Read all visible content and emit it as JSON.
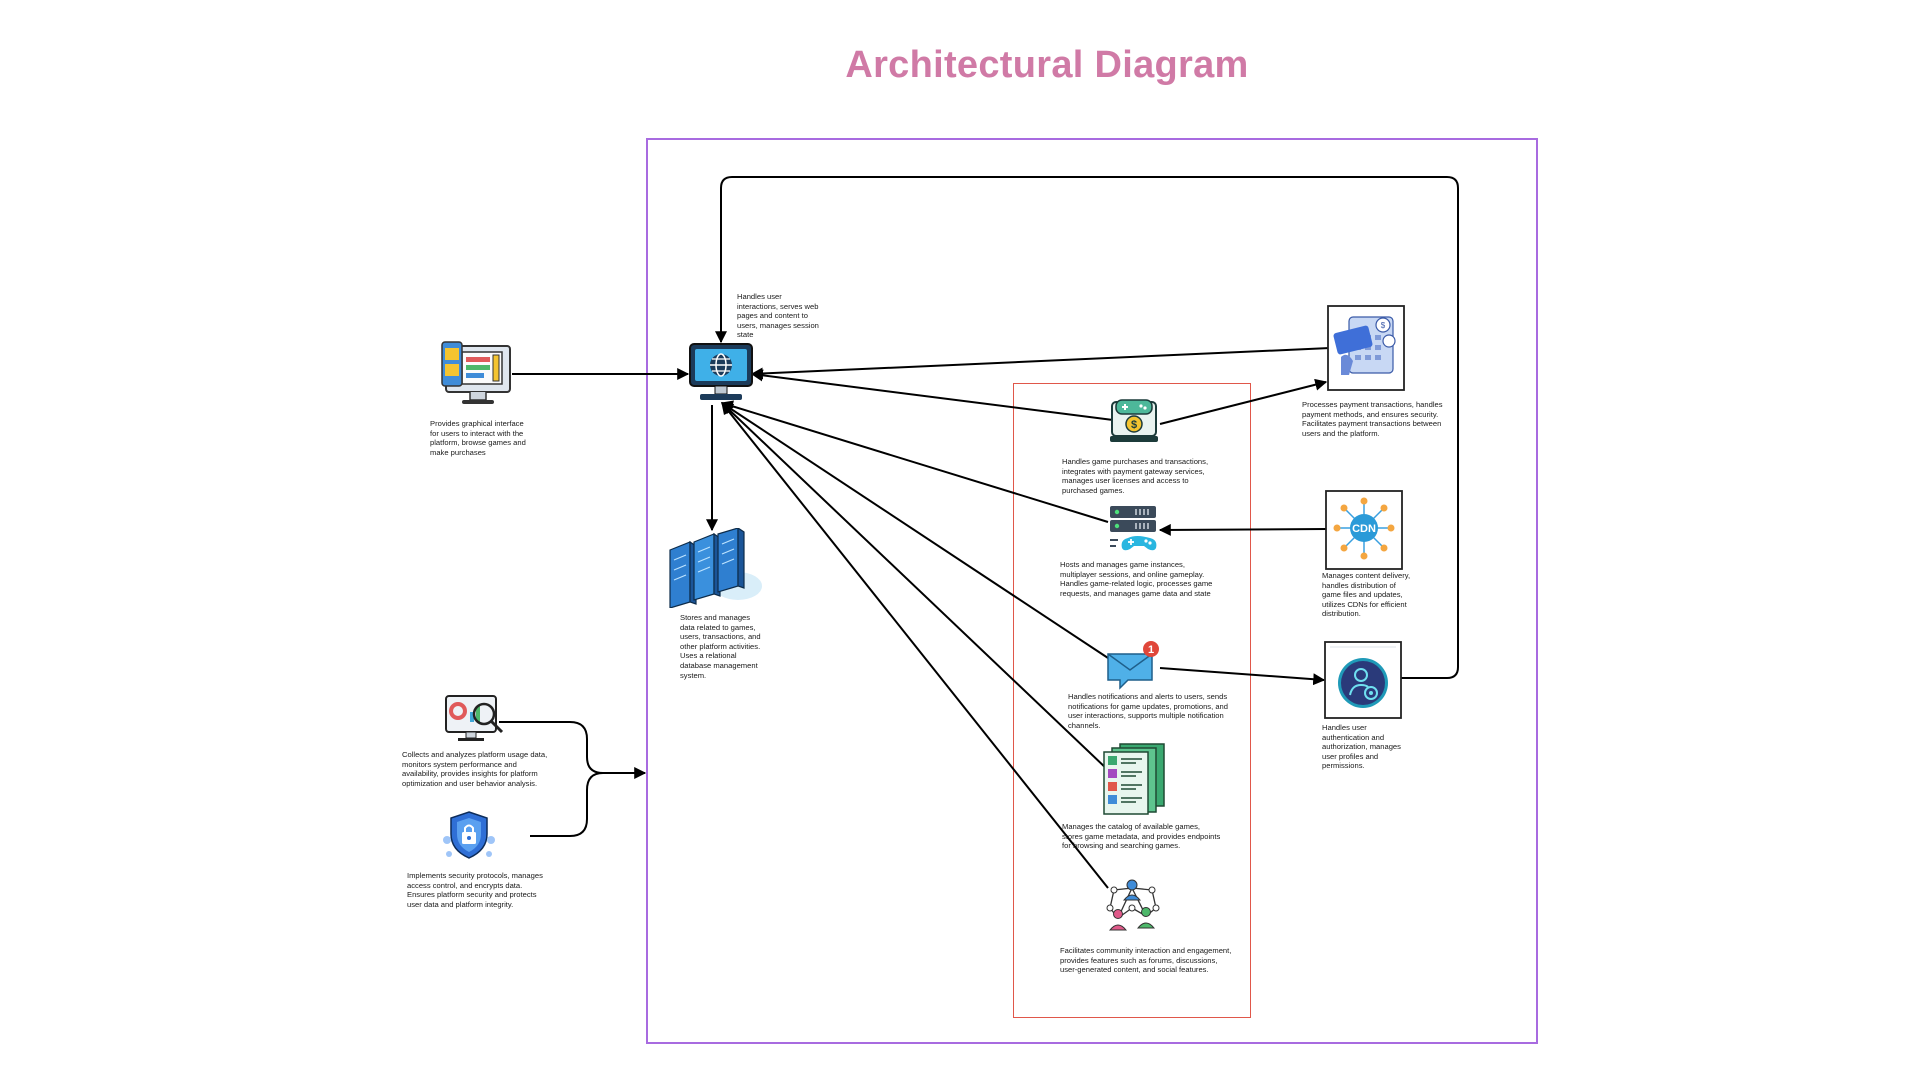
{
  "title": "Architectural Diagram",
  "colors": {
    "title": "#d07aa6",
    "outer_border": "#a86be0",
    "inner_border": "#e0574a",
    "arrow": "#000000"
  },
  "components": {
    "frontend": {
      "icon": "ui-screen-icon",
      "desc": "Provides graphical interface for users to interact with the platform, browse games and make purchases"
    },
    "web_server": {
      "icon": "monitor-globe-icon",
      "desc": "Handles user interactions, serves web pages and content to users, manages session state"
    },
    "database": {
      "icon": "database-servers-icon",
      "desc": "Stores and manages data related to games, users, transactions, and other platform activities. Uses a relational database management system."
    },
    "analytics": {
      "icon": "analytics-monitor-icon",
      "desc": "Collects and analyzes platform usage data, monitors system performance and availability, provides insights for platform optimization and user behavior analysis."
    },
    "security": {
      "icon": "security-shield-icon",
      "desc": "Implements security protocols, manages access control, and encrypts data. Ensures platform security and protects user data and platform integrity."
    },
    "store": {
      "icon": "game-store-icon",
      "desc": "Handles game purchases and transactions, integrates with payment gateway services, manages user licenses and access to purchased games."
    },
    "game_server": {
      "icon": "game-server-icon",
      "desc": "Hosts and manages game instances, multiplayer sessions, and online gameplay. Handles game-related logic, processes game requests, and manages game data and state"
    },
    "notifications": {
      "icon": "notification-mail-icon",
      "desc": "Handles notifications and alerts to users, sends notifications for game updates, promotions, and user interactions, supports multiple notification channels.",
      "badge": "1"
    },
    "catalog": {
      "icon": "catalog-documents-icon",
      "desc": "Manages the catalog of available games, stores game metadata, and provides endpoints for browsing and searching games."
    },
    "community": {
      "icon": "community-network-icon",
      "desc": "Facilitates community interaction and engagement, provides features such as forums, discussions, user-generated content, and social features."
    },
    "payment": {
      "icon": "payment-card-icon",
      "desc": "Processes payment transactions, handles payment methods, and ensures security. Facilitates payment transactions between users and the platform."
    },
    "cdn": {
      "icon": "cdn-icon",
      "label": "CDN",
      "desc": "Manages content delivery, handles distribution of game files and updates, utilizes CDNs for efficient distribution."
    },
    "auth": {
      "icon": "user-auth-icon",
      "desc": "Handles user authentication and authorization, manages user profiles and permissions."
    }
  }
}
